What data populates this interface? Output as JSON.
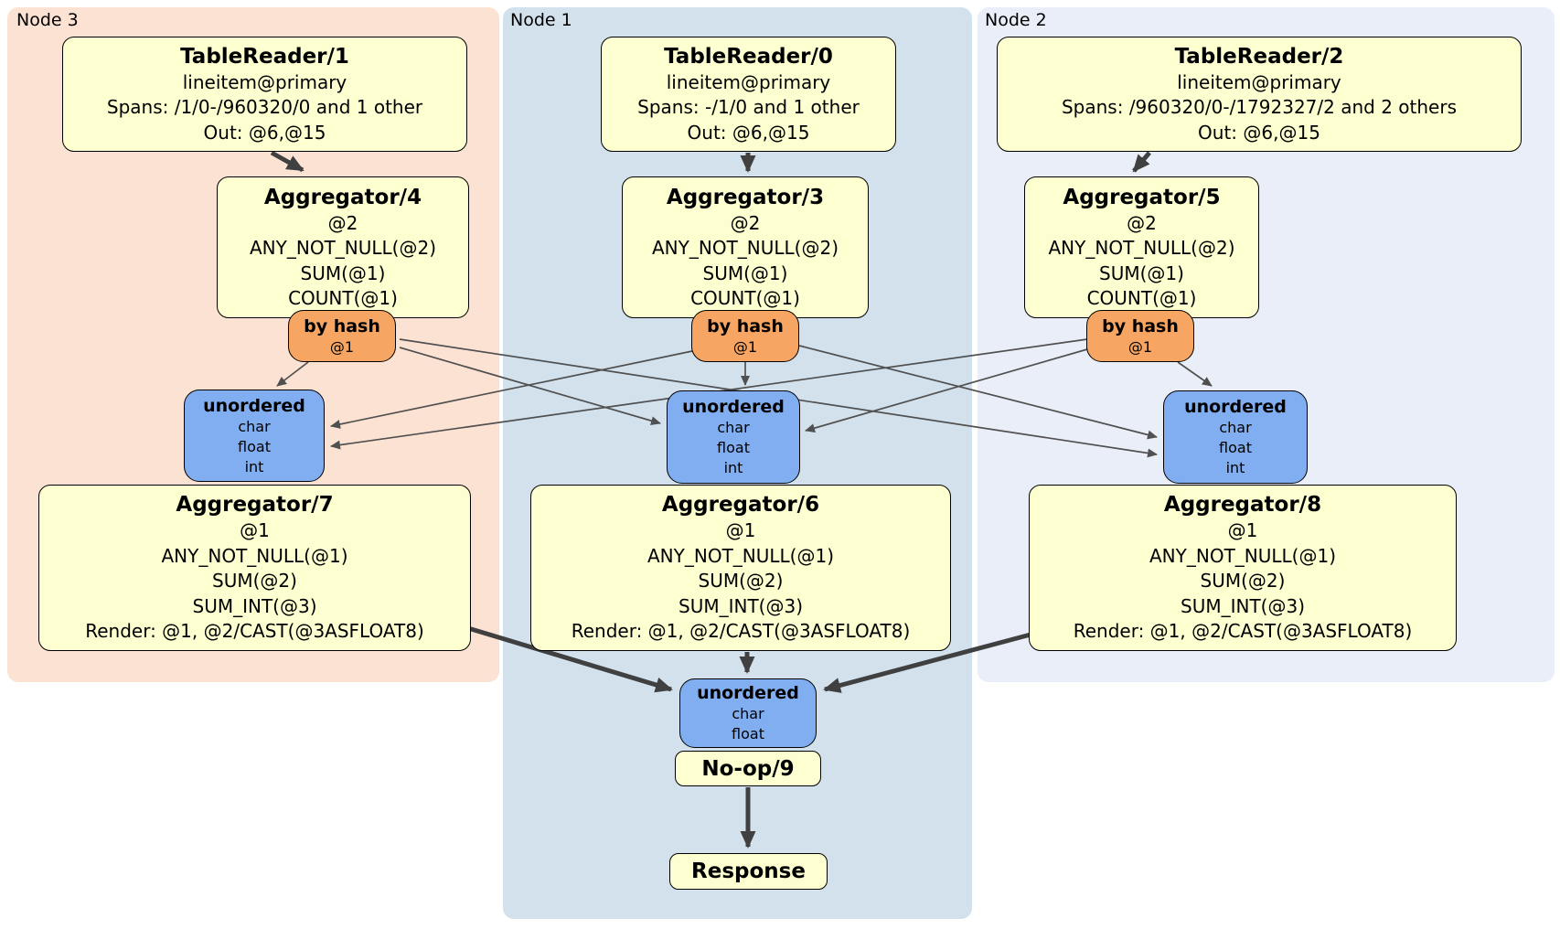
{
  "regions": {
    "node3": {
      "label": "Node 3"
    },
    "node1": {
      "label": "Node 1"
    },
    "node2": {
      "label": "Node 2"
    }
  },
  "boxes": {
    "tr1": {
      "title": "TableReader/1",
      "lines": [
        "lineitem@primary",
        "Spans: /1/0-/960320/0 and 1 other",
        "Out: @6,@15"
      ]
    },
    "tr0": {
      "title": "TableReader/0",
      "lines": [
        "lineitem@primary",
        "Spans: -/1/0 and 1 other",
        "Out: @6,@15"
      ]
    },
    "tr2": {
      "title": "TableReader/2",
      "lines": [
        "lineitem@primary",
        "Spans: /960320/0-/1792327/2 and 2 others",
        "Out: @6,@15"
      ]
    },
    "agg4": {
      "title": "Aggregator/4",
      "lines": [
        "@2",
        "ANY_NOT_NULL(@2)",
        "SUM(@1)",
        "COUNT(@1)"
      ]
    },
    "agg3": {
      "title": "Aggregator/3",
      "lines": [
        "@2",
        "ANY_NOT_NULL(@2)",
        "SUM(@1)",
        "COUNT(@1)"
      ]
    },
    "agg5": {
      "title": "Aggregator/5",
      "lines": [
        "@2",
        "ANY_NOT_NULL(@2)",
        "SUM(@1)",
        "COUNT(@1)"
      ]
    },
    "hash3": {
      "title": "by hash",
      "lines": [
        "@1"
      ]
    },
    "hash1": {
      "title": "by hash",
      "lines": [
        "@1"
      ]
    },
    "hash2": {
      "title": "by hash",
      "lines": [
        "@1"
      ]
    },
    "un3": {
      "title": "unordered",
      "lines": [
        "char",
        "float",
        "int"
      ]
    },
    "un1": {
      "title": "unordered",
      "lines": [
        "char",
        "float",
        "int"
      ]
    },
    "un2": {
      "title": "unordered",
      "lines": [
        "char",
        "float",
        "int"
      ]
    },
    "agg7": {
      "title": "Aggregator/7",
      "lines": [
        "@1",
        "ANY_NOT_NULL(@1)",
        "SUM(@2)",
        "SUM_INT(@3)",
        "Render: @1, @2/CAST(@3ASFLOAT8)"
      ]
    },
    "agg6": {
      "title": "Aggregator/6",
      "lines": [
        "@1",
        "ANY_NOT_NULL(@1)",
        "SUM(@2)",
        "SUM_INT(@3)",
        "Render: @1, @2/CAST(@3ASFLOAT8)"
      ]
    },
    "agg8": {
      "title": "Aggregator/8",
      "lines": [
        "@1",
        "ANY_NOT_NULL(@1)",
        "SUM(@2)",
        "SUM_INT(@3)",
        "Render: @1, @2/CAST(@3ASFLOAT8)"
      ]
    },
    "unfinal": {
      "title": "unordered",
      "lines": [
        "char",
        "float"
      ]
    },
    "noop": {
      "title": "No-op/9"
    },
    "response": {
      "title": "Response"
    }
  },
  "colors": {
    "node3-bg": "#fce2d2",
    "node1-bg": "#d3e1ec",
    "node2-bg": "#eaeef8",
    "box-yellow": "#feffd0",
    "box-orange": "#f6a562",
    "box-blue": "#80aef0",
    "edge-thin": "#505050",
    "edge-thick": "#404040"
  }
}
